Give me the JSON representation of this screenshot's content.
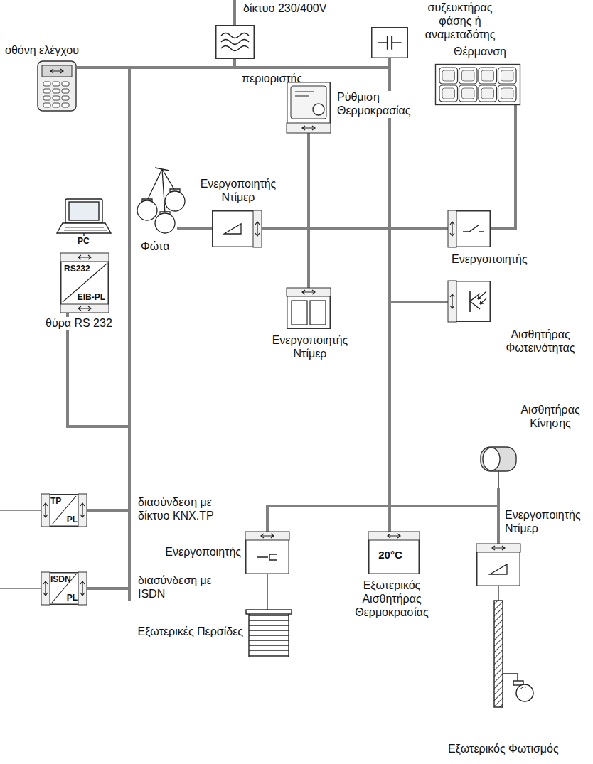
{
  "diagram": {
    "nodes": [
      {
        "text": [
          "οθόνη ελέγχου"
        ]
      },
      {
        "text": [
          "περιοριστής"
        ]
      },
      {
        "text": [
          "συζευκτήρας φάσης ή αναμεταδότης"
        ]
      },
      {
        "text": [
          "Θέρμανση"
        ]
      },
      {
        "text": [
          "Ρύθμιση Θερμοκρασίας"
        ]
      },
      {
        "text": [
          "Ενεργοποιητής Ντίμερ"
        ]
      },
      {
        "text": [
          "Ενεργοποιητής"
        ]
      },
      {
        "text": [
          "RS232",
          "EIB-PL",
          "θύρα RS 232"
        ]
      },
      {
        "text": [
          "Ενεργοποιητής Ντίμερ"
        ]
      },
      {
        "text": [
          "Αισθητήρας Φωτεινότητας"
        ]
      },
      {
        "text": [
          "TP",
          "PL",
          "διασύνδεση με δίκτυο KNX.TP"
        ]
      },
      {
        "text": [
          "ISDN",
          "PL",
          "διασύνδεση με ISDN"
        ]
      },
      {
        "text": [
          "Αισθητήρας Κίνησης"
        ]
      },
      {
        "text": [
          "Ενεργοποιητής"
        ]
      },
      {
        "text": [
          "20°C",
          "Εξωτερικός Αισθητήρας Θερμοκρασίας"
        ]
      },
      {
        "text": [
          "Ενεργοποιητής Ντίμερ"
        ]
      }
    ],
    "edges": [
      {
        "from": 0,
        "to": 1,
        "arrow": "none"
      },
      {
        "from": 1,
        "to": 2,
        "arrow": "none"
      },
      {
        "from": 0,
        "to": 7,
        "arrow": "none"
      },
      {
        "from": 0,
        "to": 10,
        "arrow": "none"
      },
      {
        "from": 0,
        "to": 11,
        "arrow": "none"
      },
      {
        "from": 5,
        "to": 6,
        "arrow": "none"
      },
      {
        "from": 4,
        "to": 8,
        "arrow": "none"
      },
      {
        "from": 6,
        "to": 3,
        "arrow": "none"
      },
      {
        "from": 2,
        "to": 9,
        "arrow": "none"
      },
      {
        "from": 2,
        "to": 14,
        "arrow": "none"
      },
      {
        "from": 12,
        "to": 13,
        "arrow": "none"
      },
      {
        "from": 12,
        "to": 15,
        "arrow": "none"
      }
    ],
    "labels": [
      "δίκτυο 230/400V",
      "Φώτα",
      "PC",
      "Εξωτερικές Περσίδες",
      "Εξωτερικός Φωτισμός"
    ]
  }
}
